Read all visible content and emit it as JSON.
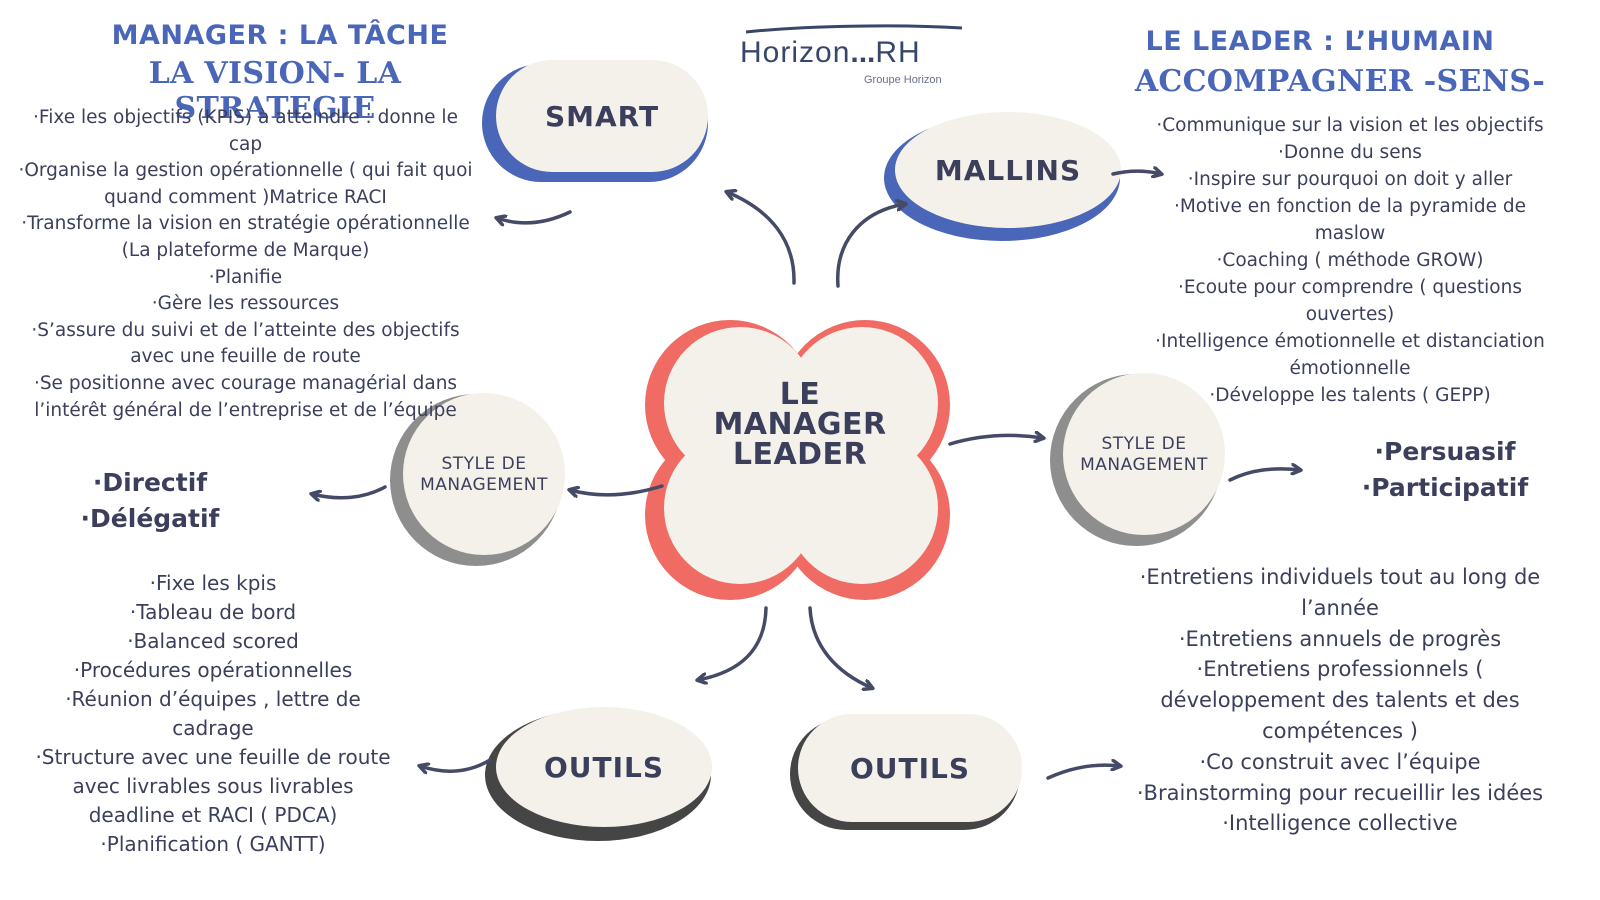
{
  "logo": {
    "text_left": "Horizon",
    "dots": "...",
    "text_right": "RH",
    "subtitle": "Groupe Horizon"
  },
  "manager": {
    "title": "MANAGER : LA TÂCHE",
    "subtitle": "LA VISION- LA STRATEGIE",
    "items": [
      "·Fixe les objectifs (KPIS) à atteindre : donne le cap",
      "·Organise la gestion opérationnelle ( qui fait quoi quand comment )Matrice RACI",
      "·Transforme la vision en stratégie opérationnelle (La plateforme de Marque)",
      "·Planifie",
      "·Gère les ressources",
      "·S’assure du suivi et de l’atteinte des objectifs avec une feuille de route",
      "·Se positionne avec courage managérial dans l’intérêt général de l’entreprise et de l’équipe"
    ],
    "styles": [
      "·Directif",
      "·Délégatif"
    ],
    "tools": [
      "·Fixe les kpis",
      "·Tableau de bord",
      "·Balanced scored",
      "·Procédures opérationnelles",
      "·Réunion d’équipes , lettre de cadrage",
      "·Structure avec une feuille de route avec livrables sous livrables deadline et RACI ( PDCA)",
      "·Planification ( GANTT)"
    ]
  },
  "leader": {
    "title": "LE LEADER : L’HUMAIN",
    "subtitle": "ACCOMPAGNER -SENS-",
    "items": [
      "·Communique sur la vision et les objectifs",
      "·Donne du sens",
      "·Inspire sur pourquoi on doit y aller",
      "·Motive en fonction de la pyramide de maslow",
      "·Coaching ( méthode GROW)",
      "·Ecoute pour comprendre ( questions ouvertes)",
      "·Intelligence émotionnelle et distanciation émotionnelle",
      "·Développe les talents ( GEPP)"
    ],
    "styles": [
      "·Persuasif",
      "·Participatif"
    ],
    "tools": [
      "·Entretiens individuels tout au long de l’année",
      "·Entretiens annuels de progrès",
      "·Entretiens professionnels ( développement des talents et des compétences )",
      "·Co construit avec l’équipe",
      "·Brainstorming pour recueillir les idées",
      "·Intelligence collective"
    ]
  },
  "nodes": {
    "center": "LE MANAGER LEADER",
    "smart": "SMART",
    "mallins": "MALLINS",
    "style_left": "STYLE DE MANAGEMENT",
    "style_right": "STYLE DE MANAGEMENT",
    "outils_left": "OUTILS",
    "outils_right": "OUTILS"
  },
  "colors": {
    "heading_blue": "#4a66b8",
    "text_dark": "#3b3f5c",
    "node_fill": "#f4f1ea",
    "blue_outline": "#4a66b8",
    "gray_outline": "#8e8e8e",
    "dark_outline": "#454545",
    "center_outline": "#ef6b63",
    "arrow": "#454a66"
  }
}
